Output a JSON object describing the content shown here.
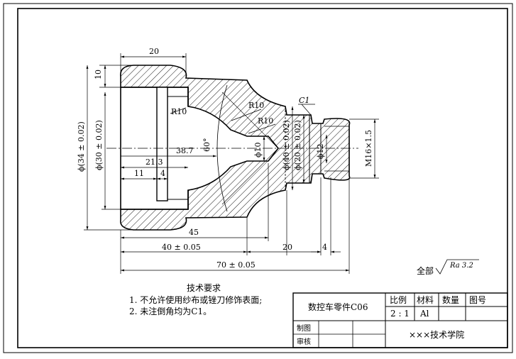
{
  "dimensions": {
    "top_width": "20",
    "ten": "10",
    "r10_left": "R10",
    "r10_upper": "R10",
    "r10_lower": "R10",
    "c1": "C1",
    "dia34": "ϕ(34 ± 0.02)",
    "dia30": "ϕ(30 ± 0.02)",
    "len387": "38.7",
    "len213": "21.3",
    "len11": "11",
    "len4_left": "4",
    "angle60": "60°",
    "dia10": "ϕ10",
    "dia40": "ϕ(40 ± 0.02)",
    "dia20": "ϕ(20 ± 0.02)",
    "dia12": "ϕ12",
    "thread": "M16×1.5",
    "len45": "45",
    "len40": "40 ± 0.05",
    "len20": "20",
    "len4_right": "4",
    "len70": "70 ± 0.05"
  },
  "roughness": {
    "prefix": "全部",
    "value": "Ra 3.2"
  },
  "notes": {
    "title": "技术要求",
    "item1": "1. 不允许使用纱布或锉刀修饰表面;",
    "item2": "2. 未注倒角均为C1。"
  },
  "title_block": {
    "part_name": "数控车零件C06",
    "h_scale": "比例",
    "h_material": "材料",
    "h_qty": "数量",
    "h_no": "图号",
    "scale": "2 : 1",
    "material": "Al",
    "drawn_by": "制图",
    "checked_by": "审核",
    "school": "×××技术学院"
  }
}
